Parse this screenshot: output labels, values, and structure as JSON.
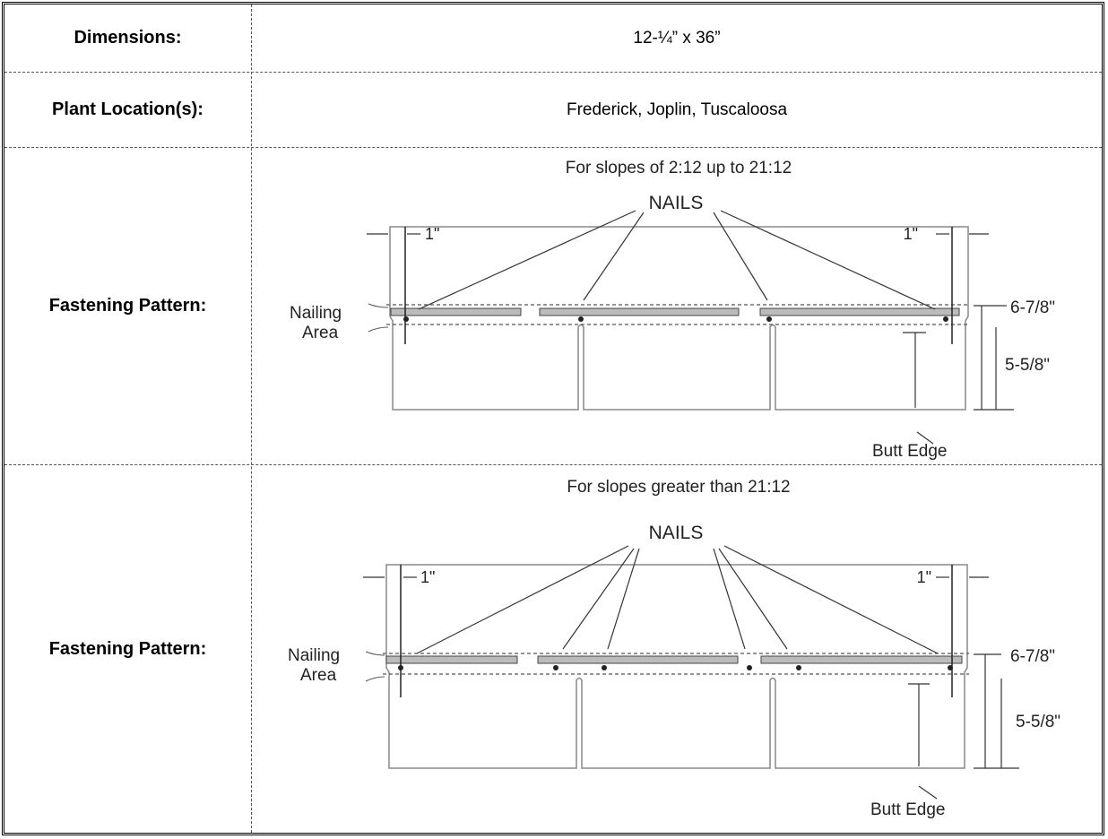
{
  "rows": [
    {
      "label": "Dimensions:",
      "value": "12-¼” x 36”"
    },
    {
      "label": "Plant Location(s):",
      "value": "Frederick, Joplin, Tuscaloosa"
    },
    {
      "label": "Fastening Pattern:",
      "caption": "For slopes of 2:12 up to 21:12"
    },
    {
      "label": "Fastening Pattern:",
      "caption": "For slopes greater than 21:12"
    }
  ],
  "diagram": {
    "nails_label": "NAILS",
    "nailing_label_1": "Nailing",
    "nailing_label_2": "Area",
    "offset_left": "1\"",
    "offset_right": "1\"",
    "dim_upper": "6-7/8\"",
    "dim_lower": "5-5/8\"",
    "butt_edge": "Butt Edge"
  }
}
